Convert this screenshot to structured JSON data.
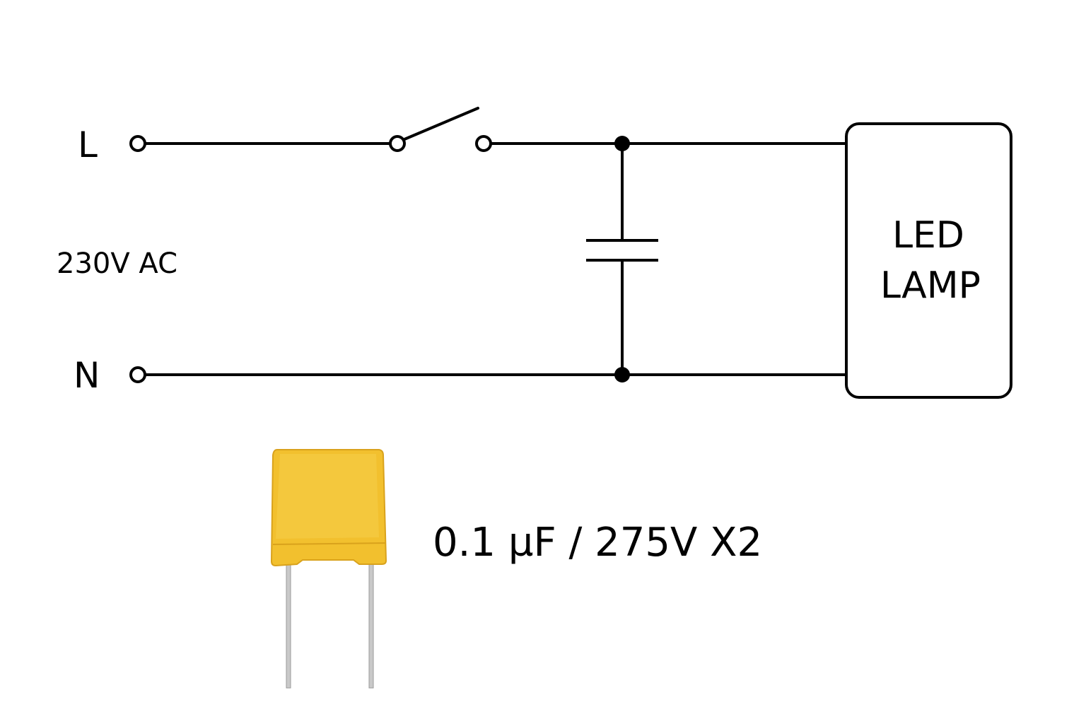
{
  "terminals": {
    "line_label": "L",
    "neutral_label": "N"
  },
  "supply": {
    "label": "230V AC"
  },
  "load": {
    "line1": "LED",
    "line2": "LAMP"
  },
  "capacitor": {
    "spec": "0.1 µF / 275V X2",
    "body_color": "#f2c02e",
    "lead_color": "#c9c9c9"
  },
  "colors": {
    "wire": "#000000",
    "background": "#ffffff"
  }
}
